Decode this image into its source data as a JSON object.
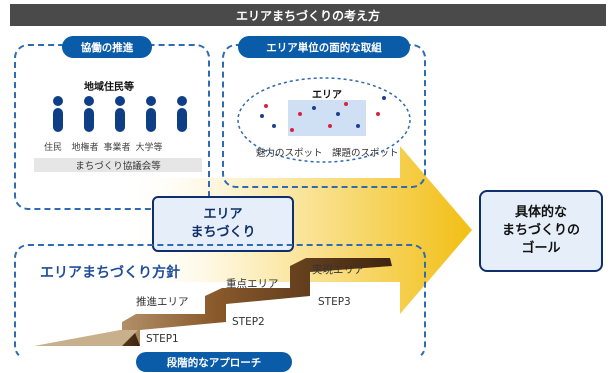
{
  "header": {
    "title": "エリアまちづくりの考え方"
  },
  "left_panel": {
    "pill": "協働の推進",
    "heading": "地域住民等",
    "people": [
      "住民",
      "地権者",
      "事業者",
      "大学等"
    ],
    "council": "まちづくり協議会等"
  },
  "right_panel": {
    "pill": "エリア単位の面的な取組",
    "area_label": "エリア",
    "spot_labels": [
      "魅力のスポット",
      "課題のスポット"
    ]
  },
  "center_box": {
    "line1": "エリア",
    "line2": "まちづくり"
  },
  "goal_box": {
    "line1": "具体的な",
    "line2": "まちづくりの",
    "line3": "ゴール"
  },
  "policy": {
    "title": "エリアまちづくり方針",
    "steps": [
      "STEP1",
      "STEP2",
      "STEP3"
    ],
    "areas": [
      "推進エリア",
      "重点エリア",
      "実現エリア"
    ],
    "pill": "段階的なアプローチ"
  },
  "colors": {
    "accent_blue": "#0b5ca8",
    "dark_navy": "#0e2f6b",
    "arrow_yellow": "#f3c21c",
    "step_brown": "#5a3a1a",
    "dot_red": "#d6263b",
    "dot_blue": "#1f3f8f"
  }
}
